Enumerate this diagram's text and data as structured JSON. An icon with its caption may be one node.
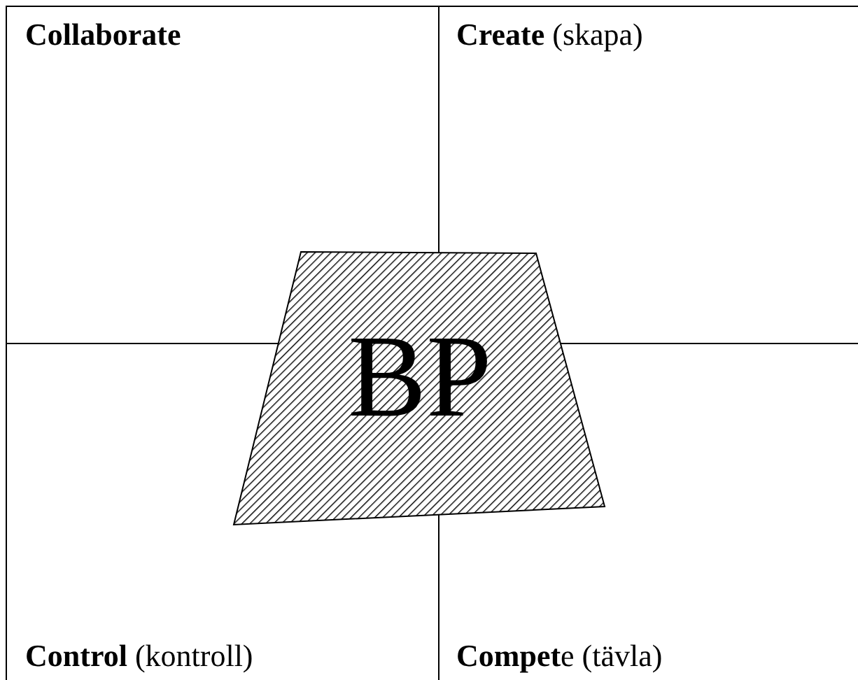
{
  "diagram": {
    "nodes": [
      {
        "text": [
          "**Collaborate**"
        ]
      },
      {
        "text": [
          "**Create** (skapa)"
        ]
      },
      {
        "text": [
          "**Control** (kontroll)"
        ]
      },
      {
        "text": [
          "**Compet**e (tävla)"
        ]
      },
      {
        "text": [
          "BP"
        ]
      }
    ]
  }
}
